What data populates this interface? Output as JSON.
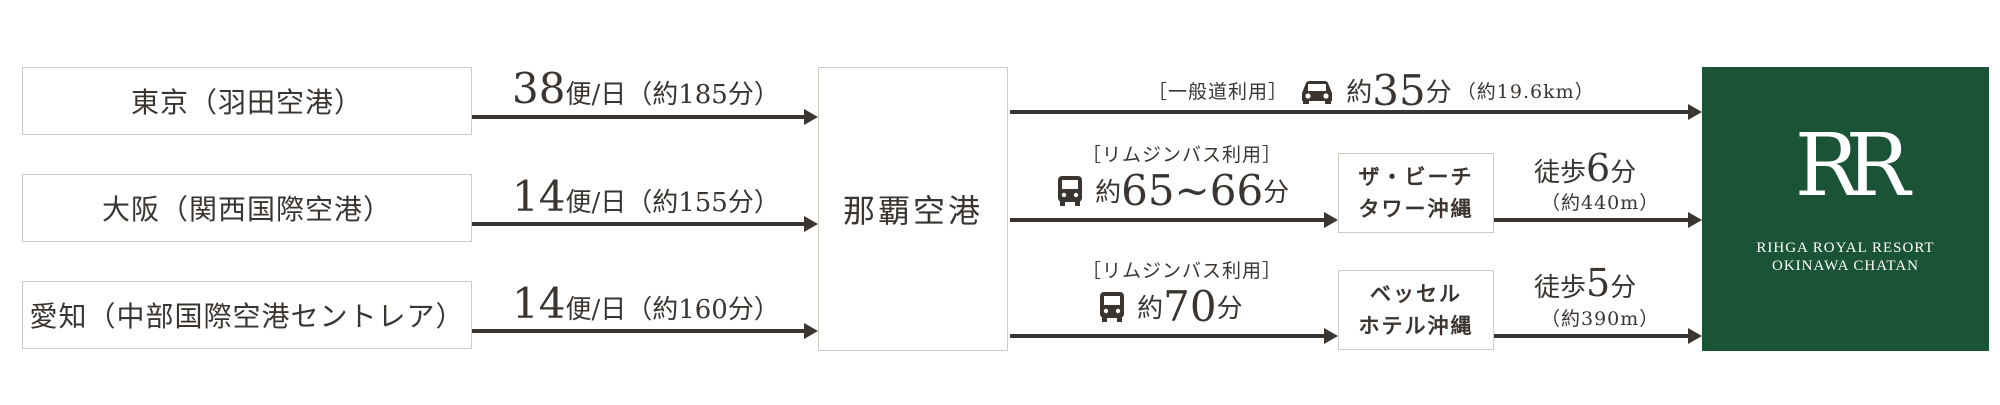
{
  "origins": [
    {
      "name": "東京（羽田空港）",
      "flights": "38",
      "unit": "便/日",
      "duration": "（約185分）"
    },
    {
      "name": "大阪（関西国際空港）",
      "flights": "14",
      "unit": "便/日",
      "duration": "（約155分）"
    },
    {
      "name": "愛知（中部国際空港セントレア）",
      "flights": "14",
      "unit": "便/日",
      "duration": "（約160分）"
    }
  ],
  "hub": "那覇空港",
  "routes": {
    "car": {
      "mode": "［一般道利用］",
      "prefix": "約",
      "value": "35",
      "unit": "分",
      "distance": "（約19.6km）",
      "icon": "car-icon"
    },
    "bus1": {
      "mode": "［リムジンバス利用］",
      "prefix": "約",
      "value": "65~66",
      "unit": "分",
      "icon": "bus-icon"
    },
    "bus2": {
      "mode": "［リムジンバス利用］",
      "prefix": "約",
      "value": "70",
      "unit": "分",
      "icon": "bus-icon"
    }
  },
  "stops": [
    {
      "line1": "ザ・ビーチ",
      "line2": "タワー沖縄",
      "walk_label": "徒歩",
      "walk_value": "6",
      "walk_unit": "分",
      "walk_distance": "（約440m）"
    },
    {
      "line1": "ベッセル",
      "line2": "ホテル沖縄",
      "walk_label": "徒歩",
      "walk_value": "5",
      "walk_unit": "分",
      "walk_distance": "（約390m）"
    }
  ],
  "destination": {
    "logo": "RR",
    "line1": "RIHGA ROYAL RESORT",
    "line2": "OKINAWA CHATAN",
    "color": "#1a5336"
  }
}
